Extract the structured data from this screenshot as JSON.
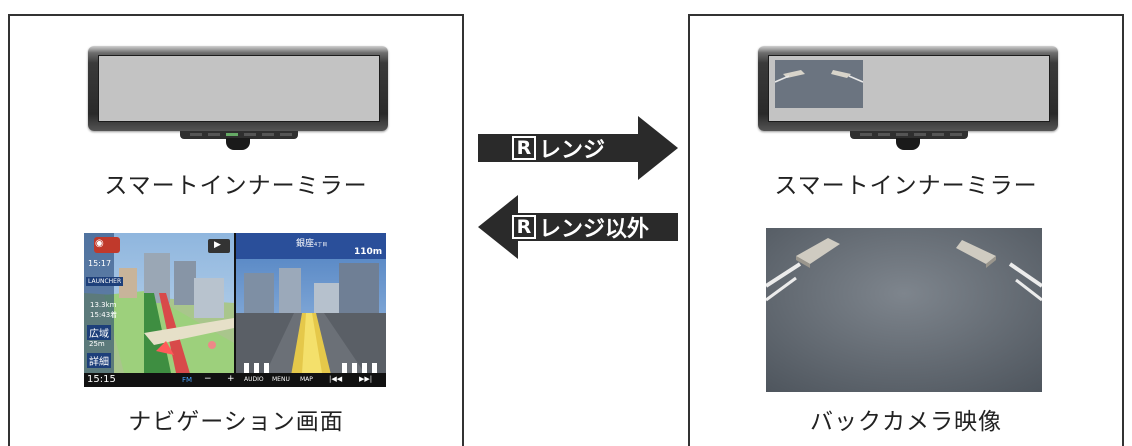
{
  "left_panel": {
    "mirror_caption": "スマートインナーミラー",
    "nav_caption": "ナビゲーション画面",
    "nav_screen": {
      "time_small": "15:17",
      "launcher": "LAUNCHER",
      "distance": "13.3km",
      "eta": "15:43着",
      "zoom_wide": "広域",
      "scale": "25m",
      "zoom_detail": "詳細",
      "clock": "15:15",
      "band": "FM",
      "minus": "−",
      "plus": "+",
      "audio": "AUDIO",
      "menu": "MENU",
      "map": "MAP",
      "prev": "|◀◀",
      "next": "▶▶|",
      "intersection": "銀座",
      "intersection_suffix": "4丁目",
      "guide_distance": "110m",
      "compass_icon": "compass-icon",
      "forward_icon": "play-icon"
    }
  },
  "right_panel": {
    "mirror_caption": "スマートインナーミラー",
    "camera_caption": "バックカメラ映像"
  },
  "arrows": {
    "to_right": {
      "r": "R",
      "label": "レンジ"
    },
    "to_left": {
      "r": "R",
      "label": "レンジ以外"
    }
  },
  "colors": {
    "arrow": "#2a2a2a",
    "mirror_screen": "#c3c3c3",
    "nav_sky": "#6f9fd0"
  }
}
